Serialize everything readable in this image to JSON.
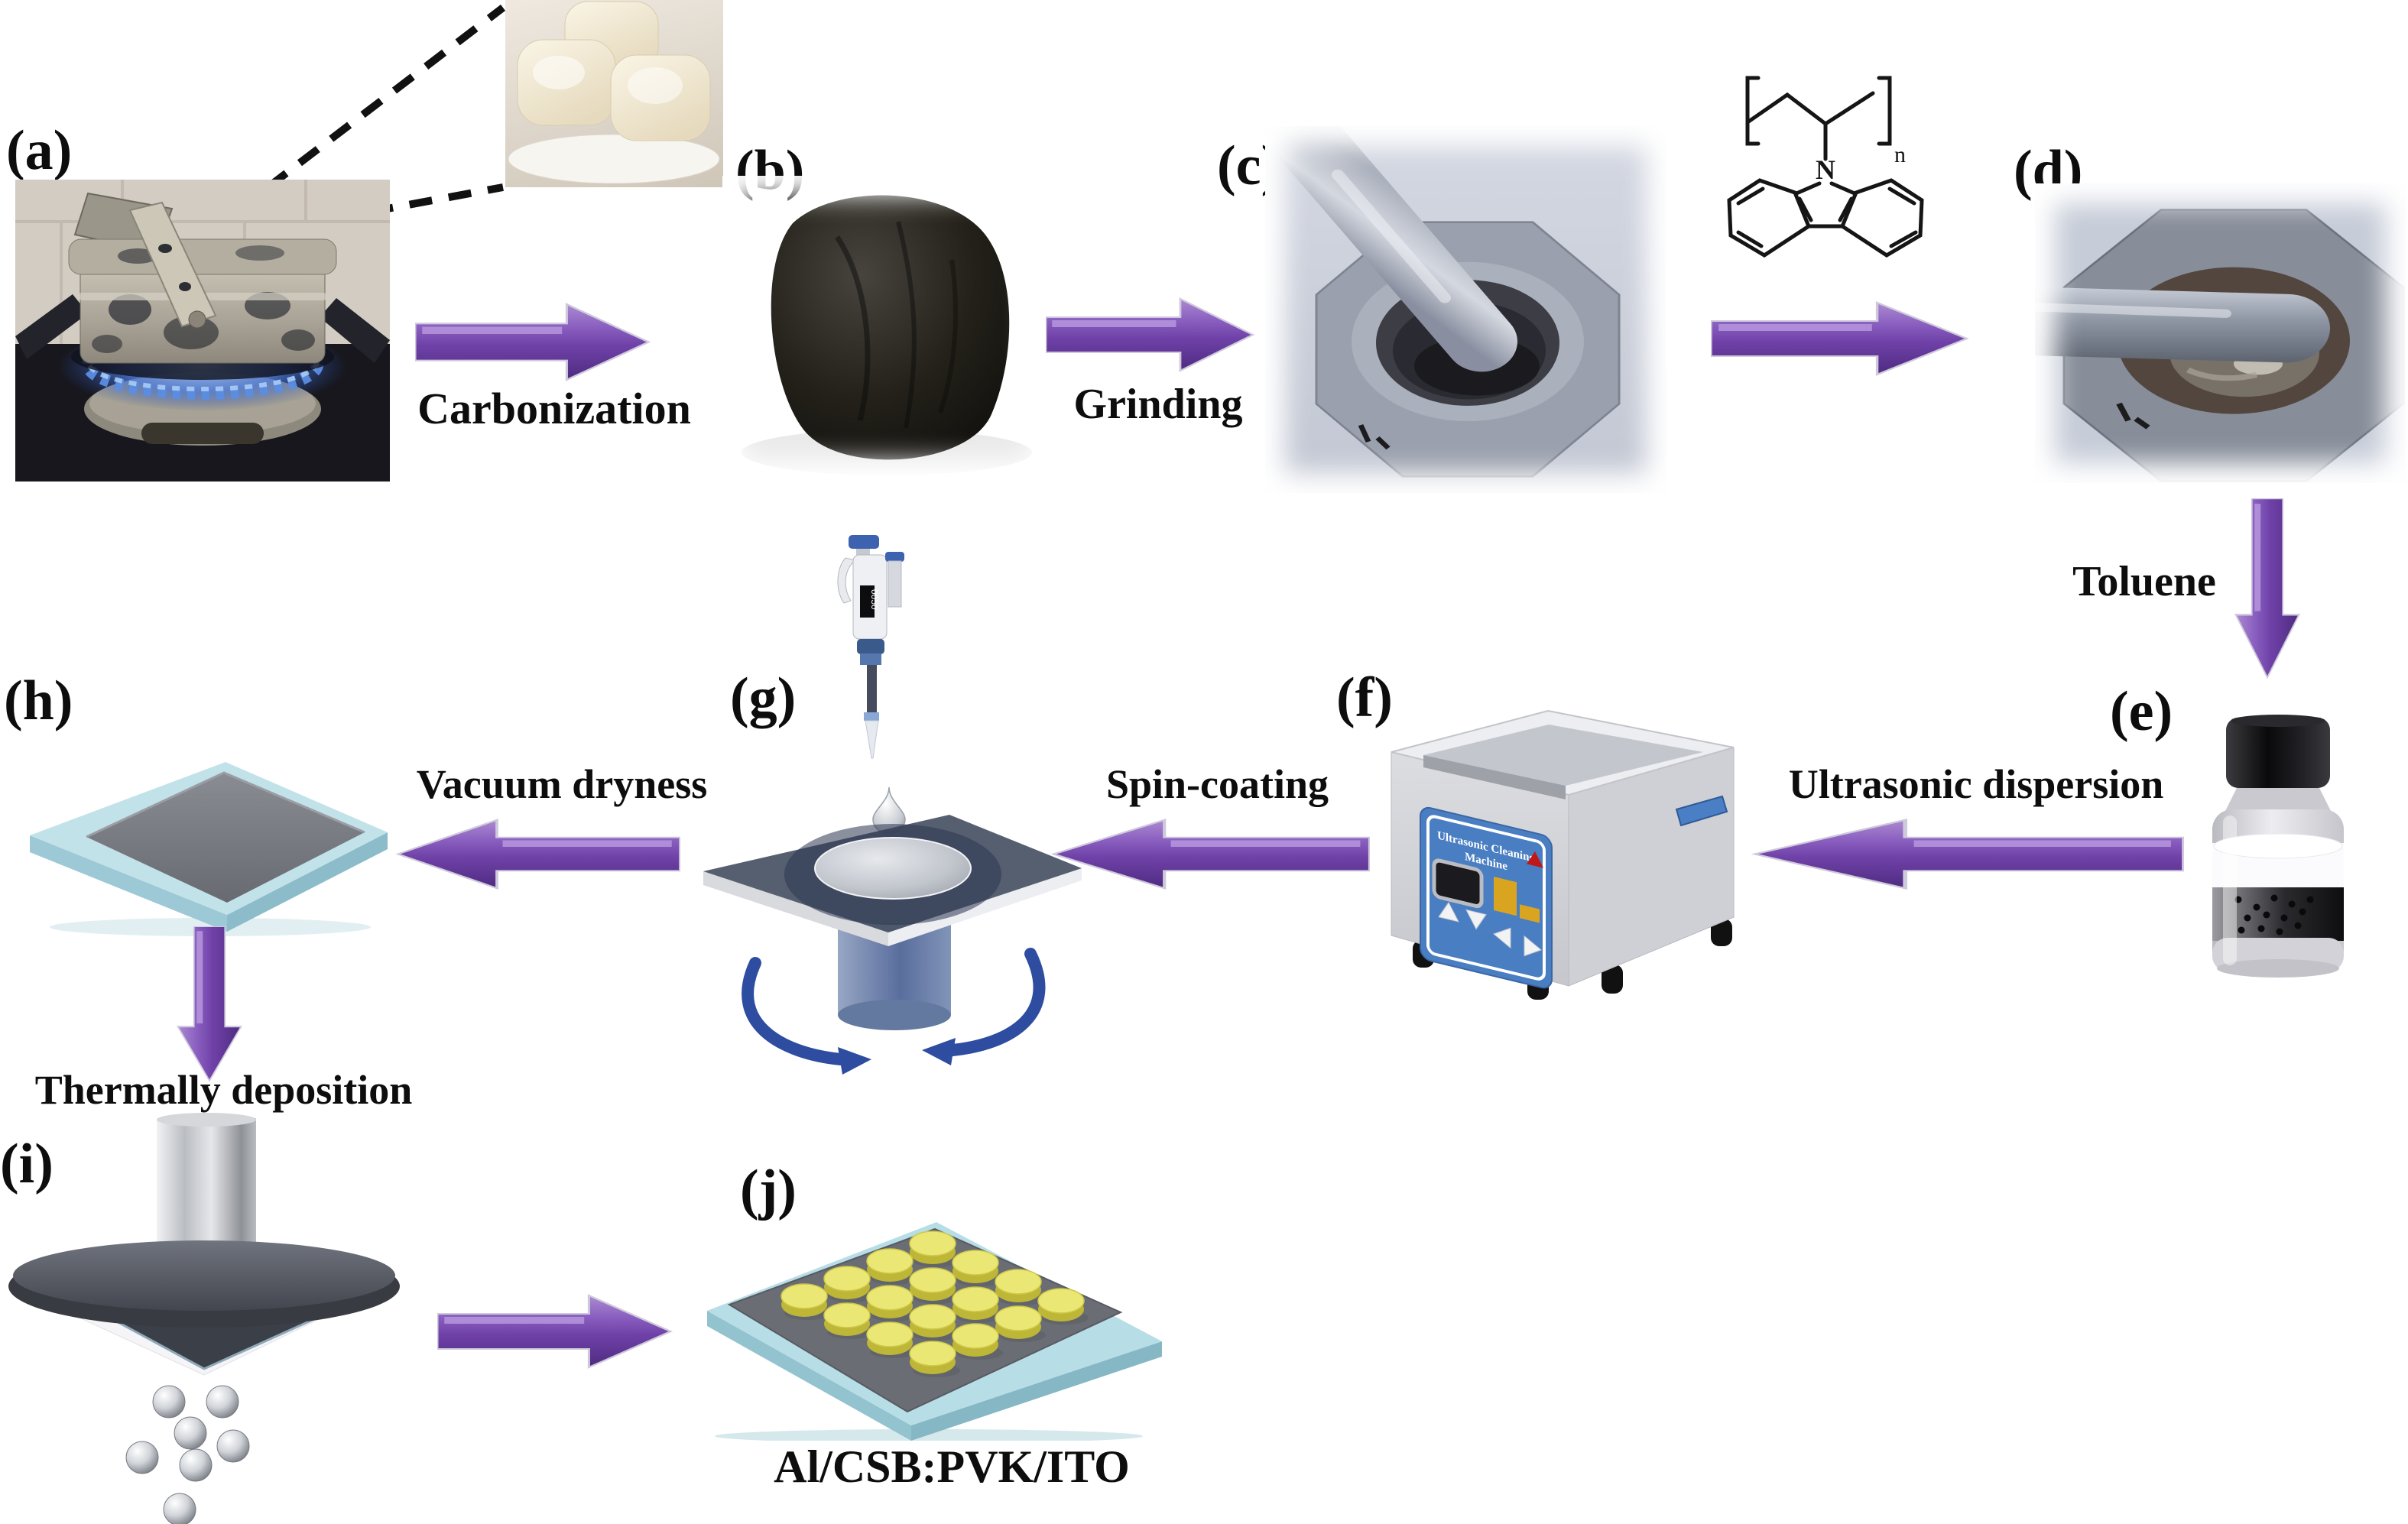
{
  "figure": {
    "type": "fabrication-process-flow-diagram",
    "background": "#ffffff"
  },
  "panels": {
    "a": "(a)",
    "b": "(b)",
    "c": "(c)",
    "d": "(d)",
    "e": "(e)",
    "f": "(f)",
    "g": "(g)",
    "h": "(h)",
    "i": "(i)",
    "j": "(j)"
  },
  "steps": {
    "carbonization": "Carbonization",
    "grinding": "Grinding",
    "toluene": "Toluene",
    "ultrasonic_dispersion": "Ultrasonic dispersion",
    "spin_coating": "Spin-coating",
    "vacuum_dryness": "Vacuum dryness",
    "thermal_deposition": "Thermally deposition"
  },
  "molecule": {
    "name_shown_as_structure": "poly(N-vinylcarbazole) repeat unit",
    "nitrogen_atom": "N",
    "repeat_subscript": "n"
  },
  "machine": {
    "title_line1": "Ultrasonic Cleaning",
    "title_line2": "Machine"
  },
  "pipette": {
    "display": "0050"
  },
  "device": {
    "stack_label": "Al/CSB:PVK/ITO",
    "electrode_rows": 4,
    "electrode_cols": 4
  },
  "colors": {
    "arrow_purple": "#6f41a8",
    "arrow_purple_light": "#ab8ad0",
    "arrow_purple_dark": "#4e2b80",
    "panel_blue": "#4a7ec2",
    "button_yellow": "#d9a520",
    "warning_red": "#c01818",
    "substrate_blue": "#b7dde6",
    "film_gray": "#6b6d75",
    "electrode_yellow": "#ebe775",
    "flame_blue": "#5b8de0",
    "text_black": "#0d0d0d"
  }
}
